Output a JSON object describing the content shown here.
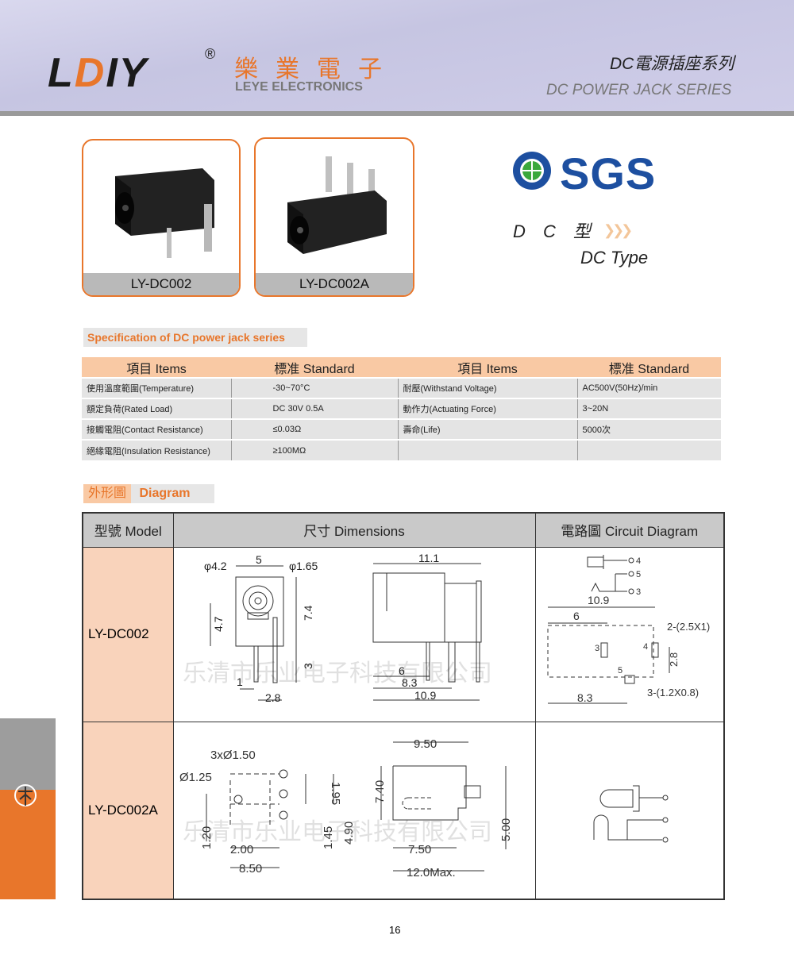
{
  "header": {
    "logo": "LDIY",
    "registered": "®",
    "company_cn": "樂業電子",
    "company_en": "LEYE ELECTRONICS",
    "series_cn": "DC電源插座系列",
    "series_en": "DC POWER JACK SERIES"
  },
  "products": [
    {
      "label": "LY-DC002"
    },
    {
      "label": "LY-DC002A"
    }
  ],
  "certification": {
    "logo": "SGS",
    "type_cn": "D C 型",
    "type_en": "DC Type"
  },
  "spec": {
    "heading": "Specification of DC power jack series",
    "headers": [
      "項目 Items",
      "標准 Standard",
      "項目 Items",
      "標准 Standard"
    ],
    "rows": [
      [
        "使用溫度範圍(Temperature)",
        "-30~70°C",
        "耐壓(Withstand Voltage)",
        "AC500V(50Hz)/min"
      ],
      [
        "額定負荷(Rated Load)",
        "DC 30V  0.5A",
        "動作力(Actuating Force)",
        "3~20N"
      ],
      [
        "接觸電阻(Contact Resistance)",
        "≤0.03Ω",
        "壽命(Life)",
        "5000次"
      ],
      [
        "絕緣電阻(Insulation Resistance)",
        "≥100MΩ",
        "",
        ""
      ]
    ]
  },
  "diagram": {
    "heading_cn": "外形圖",
    "heading_en": "Diagram",
    "headers": [
      "型號 Model",
      "尺寸 Dimensions",
      "電路圖 Circuit Diagram"
    ],
    "rows": [
      {
        "model": "LY-DC002",
        "dims": [
          "φ4.2",
          "5",
          "φ1.65",
          "4.7",
          "7.4",
          "3",
          "1",
          "2.8",
          "11.1",
          "6",
          "8.3",
          "10.9"
        ],
        "circuit": [
          "4",
          "5",
          "3",
          "10.9",
          "6",
          "2-(2.5X1)",
          "3",
          "4",
          "2.8",
          "5",
          "3-(1.2X0.8)",
          "8.3"
        ]
      },
      {
        "model": "LY-DC002A",
        "dims": [
          "3xØ1.50",
          "Ø1.25",
          "1.95",
          "1.20",
          "2.00",
          "8.50",
          "1.45",
          "4.90",
          "9.50",
          "7.40",
          "5.00",
          "7.50",
          "12.0Max."
        ]
      }
    ],
    "watermark": "乐清市乐业电子科技有限公司"
  },
  "page_number": "16",
  "colors": {
    "accent": "#e8762b",
    "sgs_blue": "#1d4fa0"
  }
}
